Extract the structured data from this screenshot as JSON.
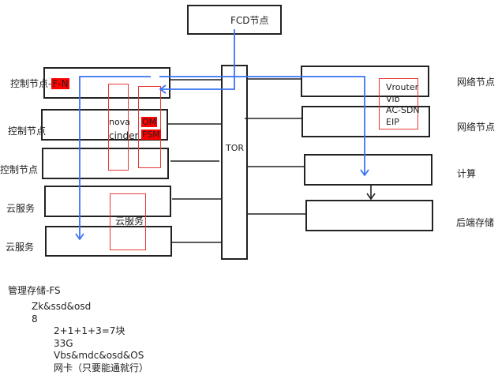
{
  "nodes": {
    "fcd": "FCD节点",
    "tor": "TOR",
    "control_fn_prefix": "控制节点-",
    "control_fn_suffix": "F-N",
    "control_2": "控制节点",
    "control_3": "控制节点",
    "cloud_1": "云服务",
    "cloud_2": "云服务",
    "network_1": "网络节点",
    "network_2": "网络节点",
    "compute": "计算",
    "backend_storage": "后端存储"
  },
  "groups": {
    "nova": "nova",
    "cinder": "cinder",
    "om": "OM",
    "fsm": "FSM",
    "cloud_service": "云服务",
    "network_services": [
      "Vrouter",
      "Vlb",
      "AC-SDN",
      "EIP"
    ]
  },
  "notes": {
    "title": "管理存储-FS",
    "level1": [
      "Zk&ssd&osd",
      "8"
    ],
    "level2": [
      "2+1+1+3=7块",
      "33G",
      "Vbs&mdc&osd&OS",
      "网卡（只要能通就行）"
    ]
  },
  "colors": {
    "line": "#222222",
    "highlight_red": "#ff0000",
    "group_border": "#e53935",
    "flow_blue": "#3b73f5"
  }
}
